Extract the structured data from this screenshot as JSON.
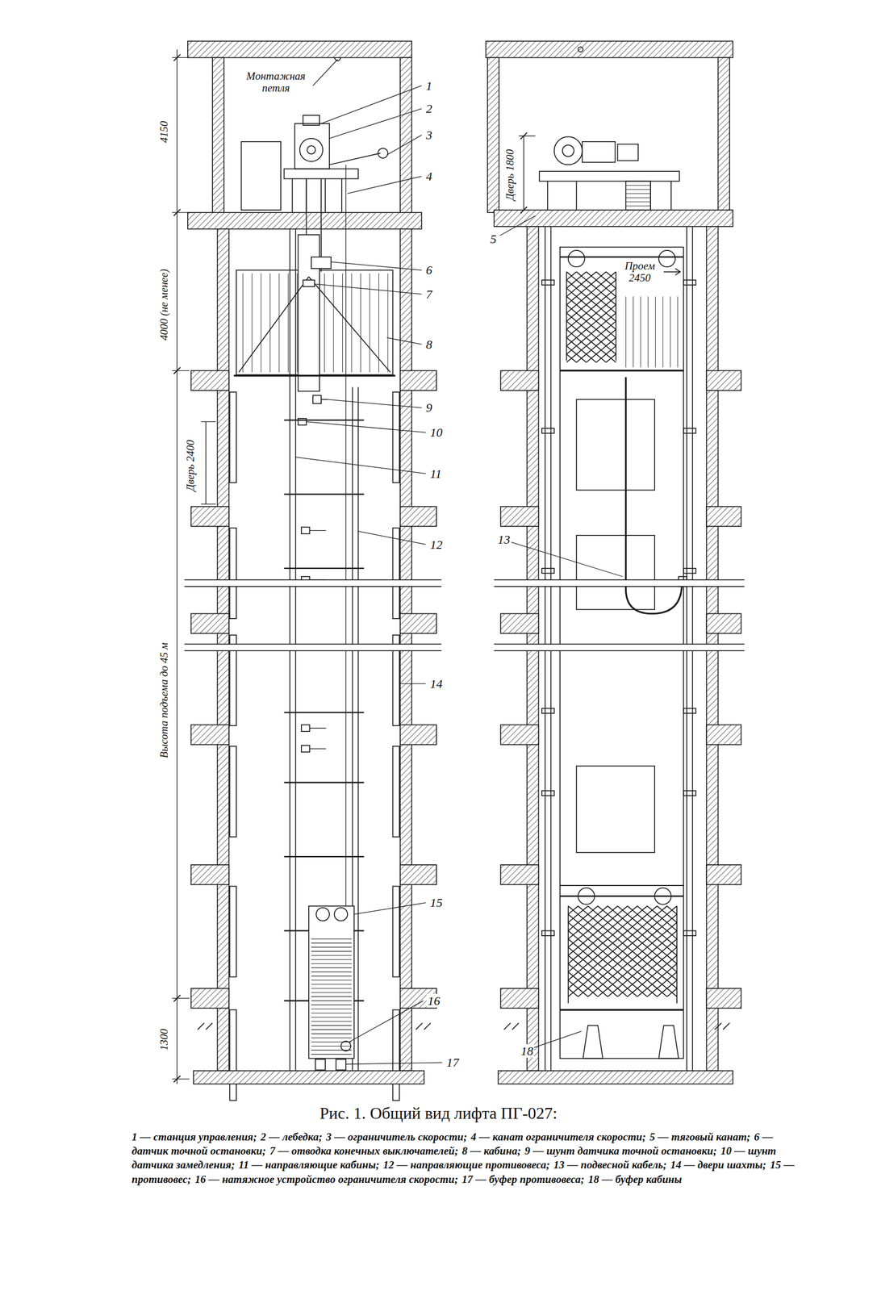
{
  "diagram": {
    "caption": "Рис. 1. Общий вид лифта ПГ-027:",
    "labels": [
      "Монтажная петля",
      "1",
      "2",
      "3",
      "4",
      "4150",
      "4000 (не менее)",
      "6",
      "7",
      "8",
      "9",
      "10",
      "Дверь 2400",
      "11",
      "12",
      "Высота подъема до 45 м",
      "14",
      "15",
      "16",
      "1300",
      "17",
      "Дверь 1800",
      "5",
      "Проем 2450",
      "13",
      "18",
      "1 — станция управления;",
      "2 — лебедка;",
      "3 — ограничитель скорости;",
      "4 — канат ограничителя скорости;",
      "5 — тяговый канат;",
      "6 — датчик точной остановки;",
      "7 — отводка конечных выключателей;",
      "8 — кабина;",
      "9 — шунт датчика точной остановки;",
      "10 — шунт датчика замедления;",
      "11 — направляющие кабины;",
      "12 — направляющие противовеса;",
      "13 — подвесной кабель;",
      "14 — двери шахты;",
      "15 — противовес;",
      "16 — натяжное устройство ограничителя скорости;",
      "17 — буфер противовеса;",
      "18 — буфер кабины"
    ]
  }
}
